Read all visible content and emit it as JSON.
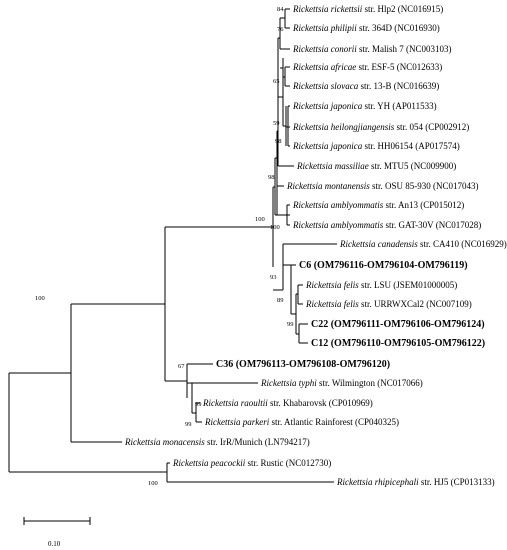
{
  "tree": {
    "tips": [
      {
        "id": "rickettsii",
        "species": "Rickettsia rickettsii",
        "rest": " str. Hlp2 (NC016915)",
        "bold": false
      },
      {
        "id": "philipii",
        "species": "Rickettsia philipii",
        "rest": " str. 364D (NC016930)",
        "bold": false
      },
      {
        "id": "conorii",
        "species": "Rickettsia conorii",
        "rest": " str. Malish 7 (NC003103)",
        "bold": false
      },
      {
        "id": "africae",
        "species": "Rickettsia africae",
        "rest": " str. ESF-5 (NC012633)",
        "bold": false
      },
      {
        "id": "slovaca",
        "species": "Rickettsia slovaca",
        "rest": " str. 13-B (NC016639)",
        "bold": false
      },
      {
        "id": "japonica_yh",
        "species": "Rickettsia japonica",
        "rest": " str. YH (AP011533)",
        "bold": false
      },
      {
        "id": "heilongjiangensis",
        "species": "Rickettsia heilongjiangensis",
        "rest": " str. 054 (CP002912)",
        "bold": false
      },
      {
        "id": "japonica_hh",
        "species": "Rickettsia japonica",
        "rest": " str. HH06154 (AP017574)",
        "bold": false
      },
      {
        "id": "massiliae",
        "species": "Rickettsia massiliae",
        "rest": " str. MTU5 (NC009900)",
        "bold": false
      },
      {
        "id": "montanensis",
        "species": "Rickettsia montanensis",
        "rest": " str. OSU 85-930 (NC017043)",
        "bold": false
      },
      {
        "id": "amblyommatis_an13",
        "species": "Rickettsia amblyommatis",
        "rest": " str. An13 (CP015012)",
        "bold": false
      },
      {
        "id": "amblyommatis_gat",
        "species": "Rickettsia amblyommatis",
        "rest": " str. GAT-30V (NC017028)",
        "bold": false
      },
      {
        "id": "canadensis",
        "species": "Rickettsia canadensis",
        "rest": " str. CA410 (NC016929)",
        "bold": false
      },
      {
        "id": "c6",
        "species": "",
        "rest": "C6 (OM796116-OM796104-OM796119)",
        "bold": true
      },
      {
        "id": "felis_lsu",
        "species": "Rickettsia felis",
        "rest": " str. LSU (JSEM01000005)",
        "bold": false
      },
      {
        "id": "felis_urr",
        "species": "Rickettsia felis",
        "rest": " str. URRWXCal2 (NC007109)",
        "bold": false
      },
      {
        "id": "c22",
        "species": "",
        "rest": "C22 (OM796111-OM796106-OM796124)",
        "bold": true
      },
      {
        "id": "c12",
        "species": "",
        "rest": "C12 (OM796110-OM796105-OM796122)",
        "bold": true
      },
      {
        "id": "c36",
        "species": "",
        "rest": "C36 (OM796113-OM796108-OM796120)",
        "bold": true
      },
      {
        "id": "typhi",
        "species": "Rickettsia typhi",
        "rest": " str. Wilmington (NC017066)",
        "bold": false
      },
      {
        "id": "raoultii",
        "species": "Rickettsia raoultii",
        "rest": " str. Khabarovsk (CP010969)",
        "bold": false
      },
      {
        "id": "parkeri",
        "species": "Rickettsia parkeri",
        "rest": " str. Atlantic Rainforest (CP040325)",
        "bold": false
      },
      {
        "id": "monacensis",
        "species": "Rickettsia monacensis",
        "rest": " str. IrR/Munich (LN794217)",
        "bold": false
      },
      {
        "id": "peacockii",
        "species": "Rickettsia peacockii",
        "rest": " str. Rustic (NC012730)",
        "bold": false
      },
      {
        "id": "rhipicephali",
        "species": "Rickettsia rhipicephali",
        "rest": " str. HJ5 (CP013133)",
        "bold": false
      }
    ],
    "bootstrap": [
      "84",
      "76",
      "65",
      "59",
      "98",
      "98",
      "100",
      "100",
      "93",
      "89",
      "99",
      "100",
      "67",
      "99",
      "99",
      "100"
    ],
    "scale_label": "0.10"
  }
}
